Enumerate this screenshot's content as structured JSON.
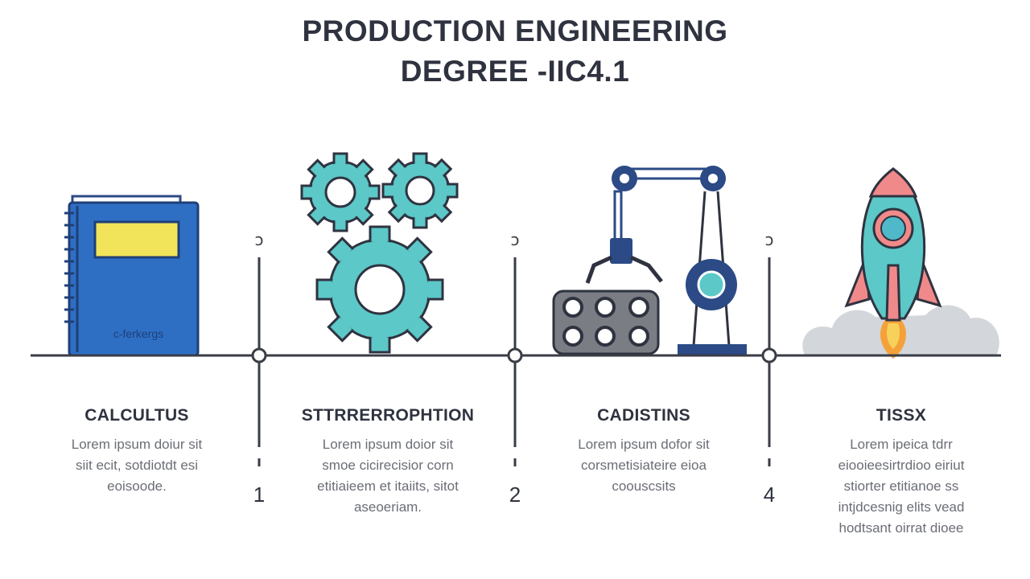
{
  "title": {
    "line1": "PRODUCTION ENGINEERING",
    "line2": "DEGREE -IIC4.1"
  },
  "book": {
    "cover_text": "c-ferkergs"
  },
  "markers": [
    "ↄ",
    "ↄ",
    "ↄ"
  ],
  "numbers": [
    "1",
    "2",
    "4"
  ],
  "steps": [
    {
      "heading": "CALCULTUS",
      "description": [
        "Lorem ipsum doiur sit",
        "siit ecit, sotdiotdt esi",
        "eoisoode."
      ]
    },
    {
      "heading": "STTRRERROPHTION",
      "description": [
        "Lorem ipsum doior sit",
        "smoe cicirecisior corn",
        "etitiaieem et itaiits, sitot",
        "aseoeriam."
      ]
    },
    {
      "heading": "CADISTINS",
      "description": [
        "Lorem ipsum dofor sit",
        "corsmetisiateire eioa",
        "coouscsits"
      ]
    },
    {
      "heading": "TISSX",
      "description": [
        "Lorem ipeica tdrr",
        "eiooieesirtrdioo eiriut",
        "stiorter etitianoe ss",
        "intjdcesnig elits vead",
        "hodtsant oirrat dioee"
      ]
    }
  ],
  "colors": {
    "text_dark": "#2f3340",
    "text_muted": "#6b6e76",
    "timeline": "#3a3d46",
    "book_blue": "#2e6fc4",
    "book_label": "#f2e45a",
    "gear_teal": "#5cc8c8",
    "robot_navy": "#2b4a86",
    "rocket_pink": "#f08a8a",
    "flame_orange": "#f5a13a",
    "cloud_gray": "#d3d6da"
  }
}
